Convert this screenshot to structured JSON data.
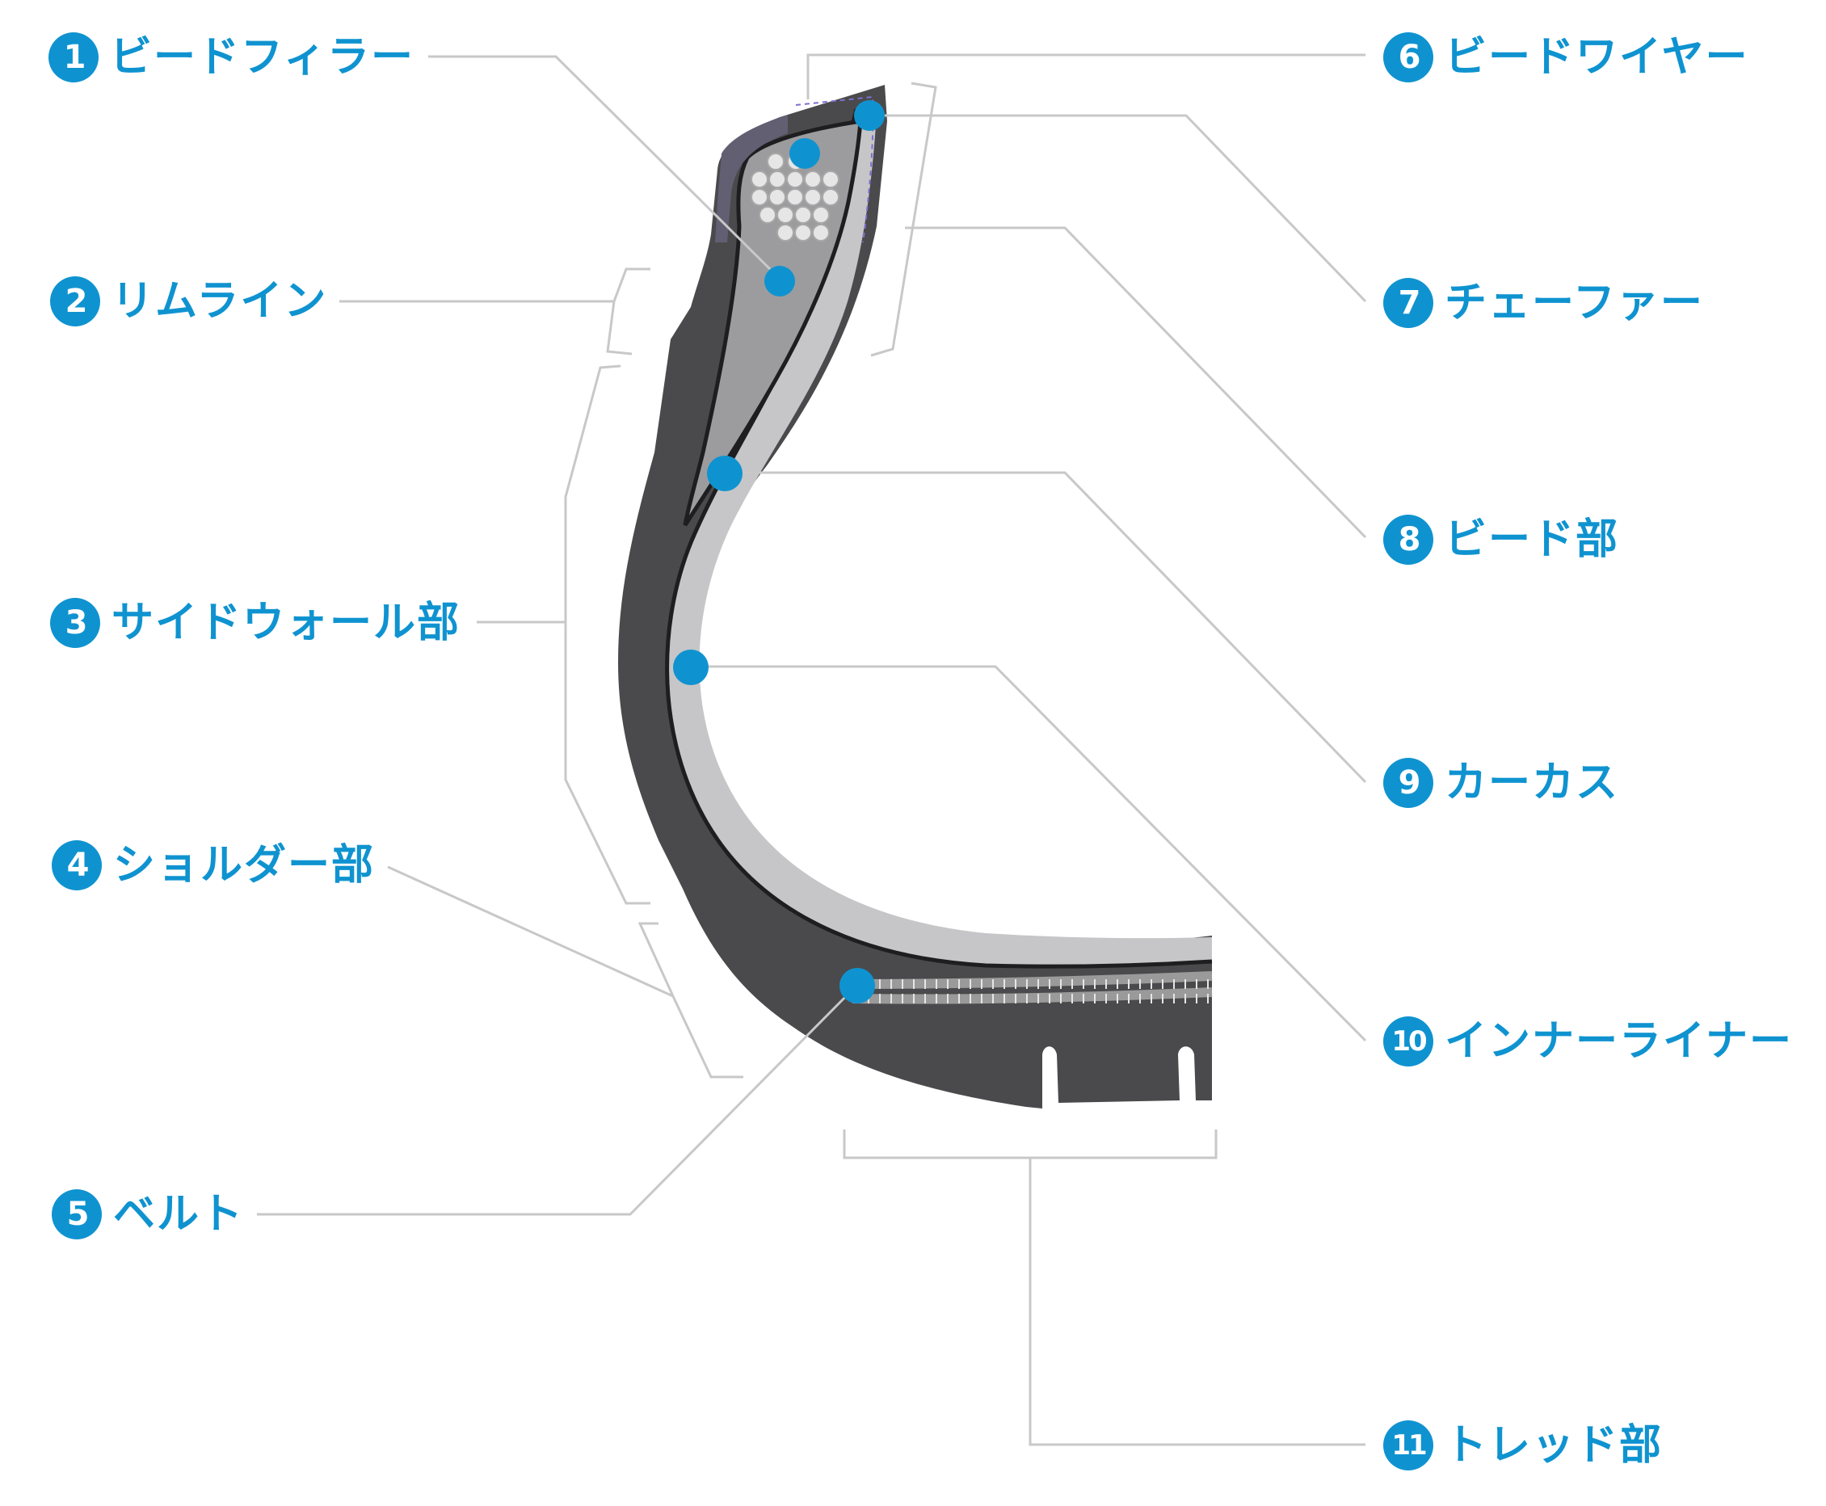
{
  "colors": {
    "accent": "#0f93d0",
    "leader": "#c8c8c8",
    "tread": "#4a4a4c",
    "carcass": "#c6c6c8",
    "filler": "#9c9c9e",
    "chafer": "#625f73"
  },
  "parts": [
    {
      "num": "1",
      "label": "ビードフィラー"
    },
    {
      "num": "2",
      "label": "リムライン"
    },
    {
      "num": "3",
      "label": "サイドウォール部"
    },
    {
      "num": "4",
      "label": "ショルダー部"
    },
    {
      "num": "5",
      "label": "ベルト"
    },
    {
      "num": "6",
      "label": "ビードワイヤー"
    },
    {
      "num": "7",
      "label": "チェーファー"
    },
    {
      "num": "8",
      "label": "ビード部"
    },
    {
      "num": "9",
      "label": "カーカス"
    },
    {
      "num": "10",
      "label": "インナーライナー"
    },
    {
      "num": "11",
      "label": "トレッド部"
    }
  ]
}
